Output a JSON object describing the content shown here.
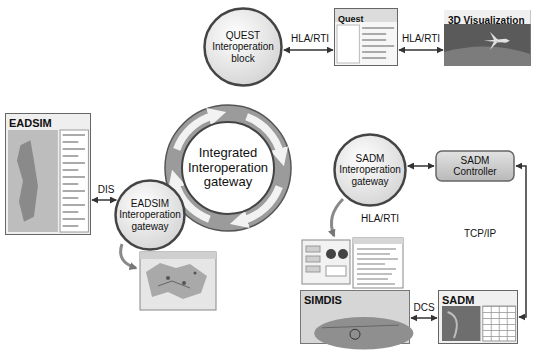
{
  "diagram": {
    "nodes": [
      {
        "text": [
          "QUEST Interoperation block"
        ]
      },
      {
        "text": [
          "Quest"
        ]
      },
      {
        "text": [
          "3D Visualization"
        ]
      },
      {
        "text": [
          "Integrated Interoperation gateway"
        ]
      },
      {
        "text": [
          "EADSIM"
        ]
      },
      {
        "text": [
          "EADSIM Interoperation gateway"
        ]
      },
      {
        "text": [
          "SADM Interoperation gateway"
        ]
      },
      {
        "text": [
          "SADM Controller"
        ]
      },
      {
        "text": [
          "SIMDIS"
        ]
      },
      {
        "text": [
          "SADM"
        ]
      }
    ],
    "edges": [
      {
        "from": 0,
        "to": 1,
        "arrow": "both",
        "label": "HLA/RTI"
      },
      {
        "from": 1,
        "to": 2,
        "arrow": "both",
        "label": "HLA/RTI"
      },
      {
        "from": 4,
        "to": 5,
        "arrow": "both",
        "label": "DIS"
      },
      {
        "from": 6,
        "to": 7,
        "arrow": "both",
        "label": "HLA/RTI"
      },
      {
        "from": 7,
        "to": 9,
        "arrow": "both",
        "label": "TCP/IP"
      },
      {
        "from": 8,
        "to": 9,
        "arrow": "both",
        "label": "DCS"
      }
    ]
  }
}
